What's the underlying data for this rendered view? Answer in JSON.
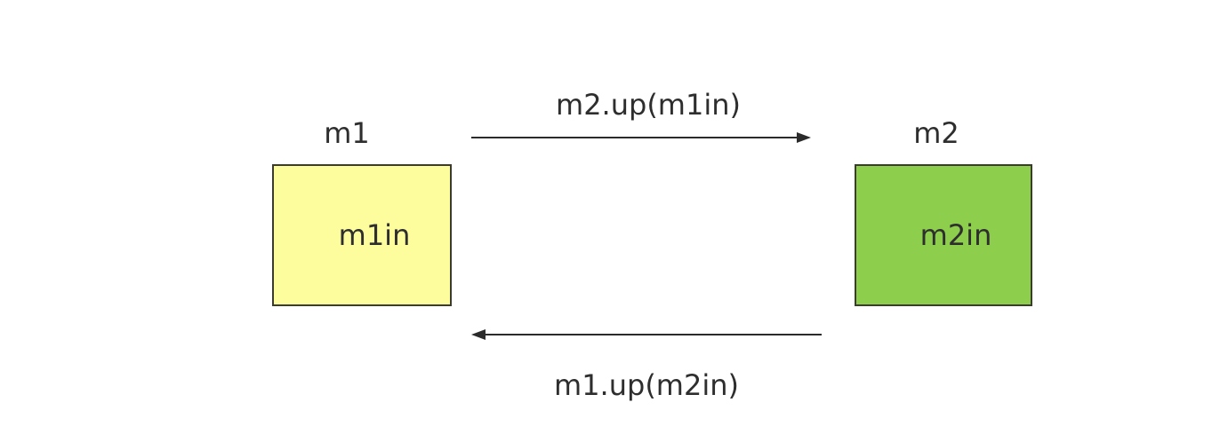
{
  "diagram": {
    "background": "#ffffff",
    "text_color": "#2e2e2e",
    "arrow_color": "#2b2b2b",
    "nodes": [
      {
        "id": "m1",
        "title": "m1",
        "content": "m1in",
        "fill": "#FDFD9E",
        "border": "#3B3B2E"
      },
      {
        "id": "m2",
        "title": "m2",
        "content": "m2in",
        "fill": "#8DCE4C",
        "border": "#3B3B2E"
      }
    ],
    "edges": [
      {
        "from": "m1",
        "to": "m2",
        "direction": "right",
        "label": "m2.up(m1in)"
      },
      {
        "from": "m2",
        "to": "m1",
        "direction": "left",
        "label": "m1.up(m2in)"
      }
    ]
  }
}
